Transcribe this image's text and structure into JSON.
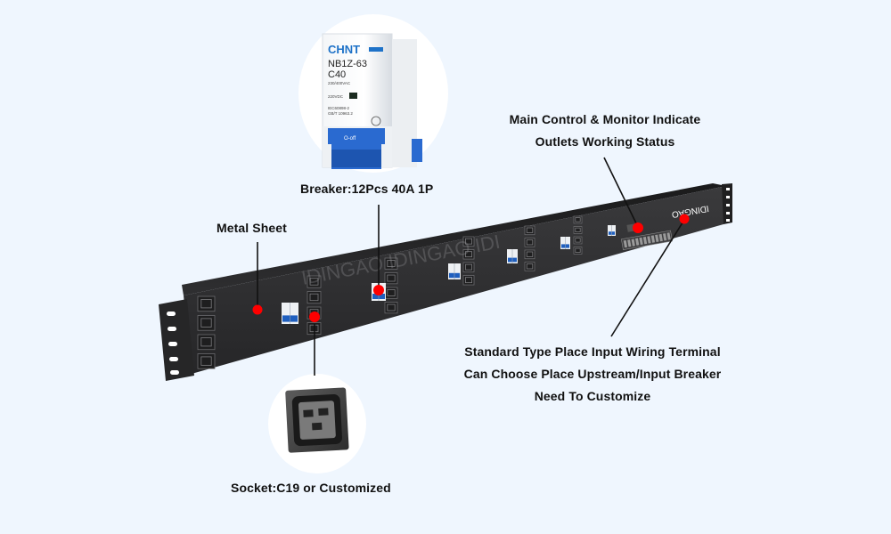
{
  "diagram": {
    "title": "Rack PDU with C19 Outlets and Breakers",
    "brand_watermark": "IDINGAO IDINGAO IDI",
    "brand_logo": "IDINGAO",
    "annotations": {
      "breaker": {
        "text": "Breaker:12Pcs 40A 1P"
      },
      "metal_sheet": {
        "text": "Metal Sheet"
      },
      "main_control": {
        "lines": [
          "Main Control & Monitor Indicate",
          "Outlets Working Status"
        ]
      },
      "input_terminal": {
        "lines": [
          "Standard Type Place Input Wiring Terminal",
          "Can Choose Place Upstream/Input Breaker",
          "Need To Customize"
        ]
      },
      "socket": {
        "text": "Socket:C19 or Customized"
      }
    },
    "breaker_closeup": {
      "brand": "CHNT",
      "model": "NB1Z-63",
      "rating": "C40",
      "voltage": "230/400VAC",
      "dc_rating": "220VDC",
      "standard_1": "IEC60898-2",
      "standard_2": "GB/T 10963.2",
      "switch_label": "O-off"
    },
    "socket_closeup": {
      "type": "C19"
    },
    "colors": {
      "background": "#eff6fe",
      "pdu_body": "#2b2b2d",
      "marker": "#ff0000",
      "breaker_blue": "#1f5fbf",
      "text": "#111111"
    }
  }
}
